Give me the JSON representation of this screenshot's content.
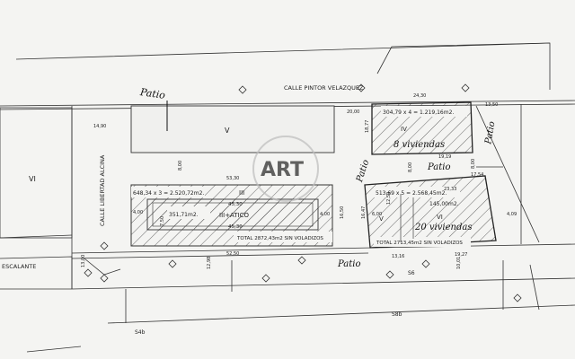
{
  "streets": {
    "top": "CALLE  PINTOR  VELAZQUEZ",
    "left": "CALLE LIBERTAD ALCINA",
    "lower_left": "ESCALANTE"
  },
  "handwritten": {
    "top_left": "Patio",
    "middle": "Patio",
    "right_top": "Patio",
    "bottom": "Patio",
    "right_side": "Patio",
    "block_iv_units": "8 viviendas",
    "block_vi_units": "20 viviendas"
  },
  "watermark": "ART",
  "blocks": {
    "v_top": "V",
    "iii": "III",
    "iii_atico": "III+ATICO",
    "iv": "IV",
    "v_small": "V",
    "vi": "VI",
    "vi_left": "VI"
  },
  "areas": {
    "iii_calc": "648,34 x 3 = 2.520,72m2.",
    "iii_atico": "351,71m2.",
    "iii_total": "TOTAL 2872,43m2 SIN VOLADIZOS",
    "iv_calc": "304,79 x 4 = 1.219,16m2.",
    "vi_calc": "513,69 x 5 = 2.568,45m2.",
    "vi_atico": "145,00m2.",
    "vi_total": "TOTAL 2713,45m2 SIN VOLADIZOS"
  },
  "dimensions": {
    "d24_30": "24,30",
    "d14_90": "14,90",
    "d20_00": "20,00",
    "d18_77": "18,77",
    "d8_00": "8,00",
    "d53_30": "53,30",
    "d45_30_top": "45,30",
    "d45_30_bottom": "45,30",
    "d4_00_a": "4,00",
    "d4_00_b": "4,00",
    "d7_50": "7,50",
    "d16_50": "16,50",
    "d16_47": "16,47",
    "d8_00_b": "8,00",
    "d8_00_c": "8,00",
    "d19_19": "19,19",
    "d13_50": "13,50",
    "d17_54": "17,54",
    "d23_33": "23,33",
    "d12_50": "12,50",
    "d6_00": "6,00",
    "d4_09": "4,09",
    "d13_16": "13,16",
    "d19_27": "19,27",
    "d10_01": "10,01",
    "d12_98": "12,98",
    "d52_50": "52,50",
    "d13_00": "13,00"
  },
  "codes": {
    "s4b": "S4b",
    "s8b": "S8b",
    "s6": "S6"
  }
}
